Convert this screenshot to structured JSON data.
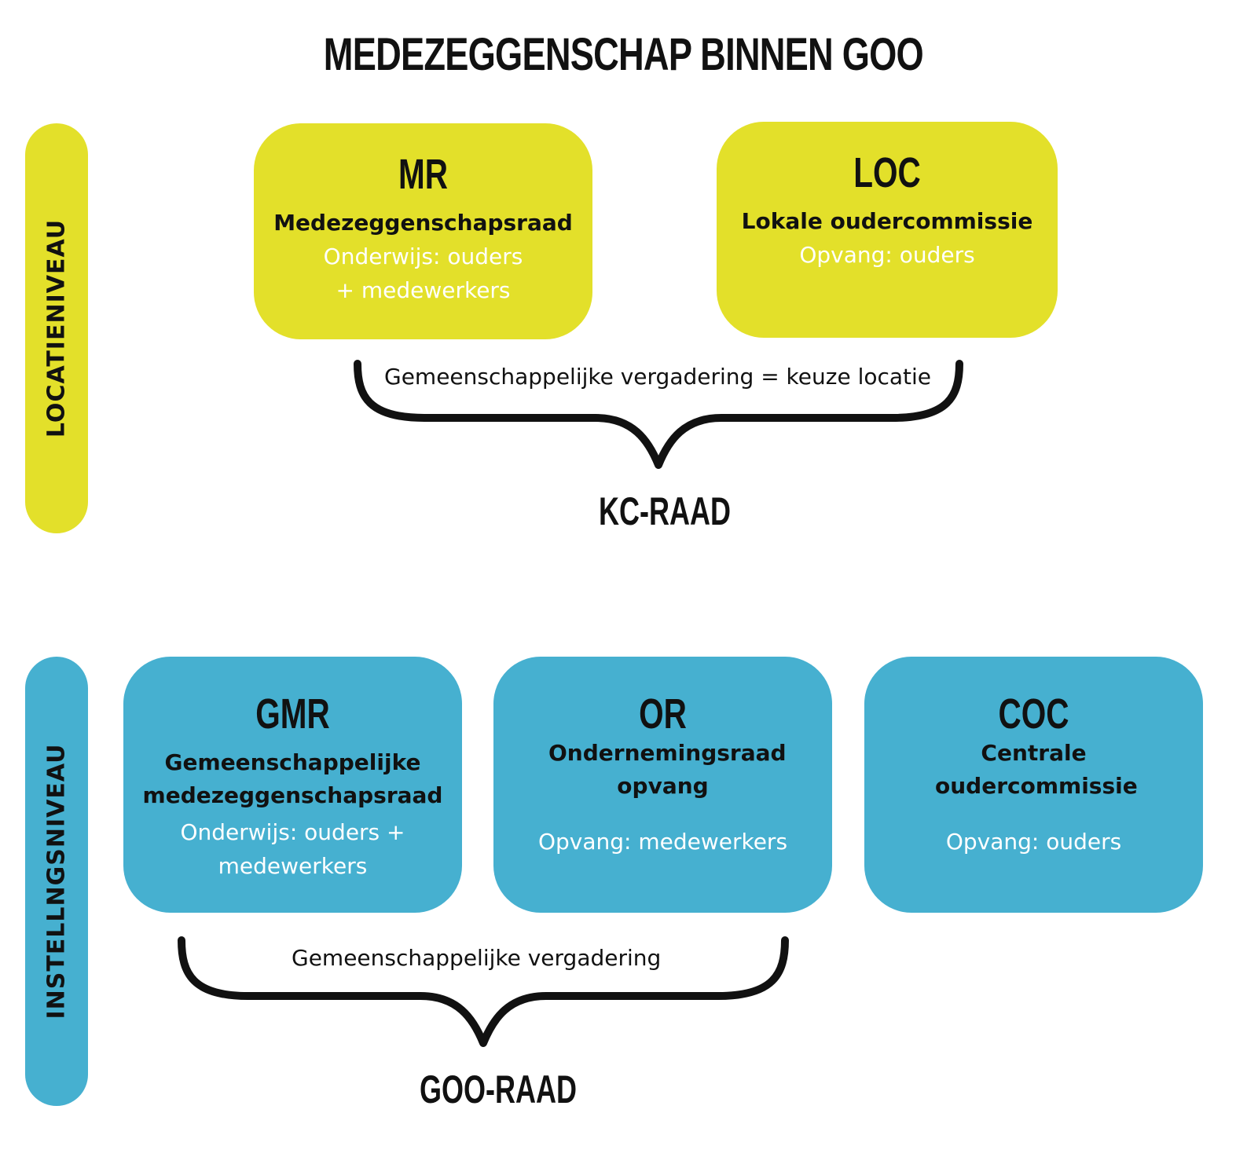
{
  "title": "MEDEZEGGENSCHAP BINNEN GOO",
  "colors": {
    "location": "#e3e02a",
    "institution": "#46b0d0"
  },
  "location_level": {
    "label": "LOCATIENIVEAU",
    "boxes": [
      {
        "abbr": "MR",
        "name": "Medezeggenschapsraad",
        "desc": "Onderwijs: ouders + medewerkers"
      },
      {
        "abbr": "LOC",
        "name": "Lokale oudercommissie",
        "desc": "Opvang: ouders"
      }
    ],
    "brace_label": "Gemeenschappelijke vergadering = keuze locatie",
    "council": "KC-RAAD"
  },
  "institution_level": {
    "label": "INSTELLNGSNIVEAU",
    "boxes": [
      {
        "abbr": "GMR",
        "name": "Gemeenschappelijke medezeggenschapsraad",
        "desc": "Onderwijs: ouders + medewerkers"
      },
      {
        "abbr": "OR",
        "name": "Ondernemingsraad opvang",
        "desc": "Opvang: medewerkers"
      },
      {
        "abbr": "COC",
        "name": "Centrale oudercommissie",
        "desc": "Opvang: ouders"
      }
    ],
    "brace_label": "Gemeenschappelijke vergadering",
    "council": "GOO-RAAD"
  }
}
